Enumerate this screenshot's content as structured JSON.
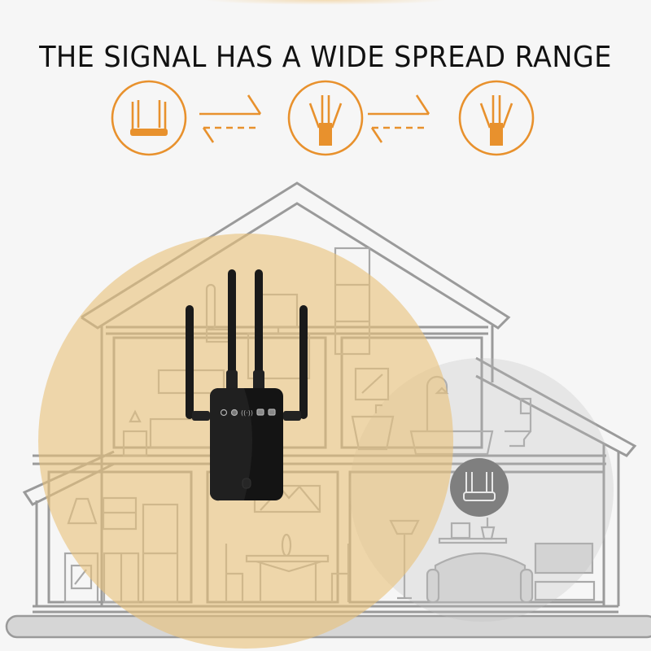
{
  "headline": "THE SIGNAL HAS A WIDE SPREAD RANGE",
  "colors": {
    "accent_orange": "#e8912d",
    "coverage_gold": "#e9c27a",
    "coverage_gray": "#cfcfcf",
    "house_line": "#9a9a9a",
    "device_black": "#151515",
    "background": "#f6f6f6"
  },
  "flow": {
    "steps": [
      {
        "icon": "router-icon",
        "label": "Router"
      },
      {
        "icon": "repeater-icon",
        "label": "Repeater"
      },
      {
        "icon": "repeater-icon",
        "label": "Repeater"
      }
    ],
    "connectors": [
      {
        "icon": "bidirectional-arrow-icon"
      },
      {
        "icon": "bidirectional-arrow-icon"
      }
    ]
  },
  "scene": {
    "device": {
      "name": "wifi-repeater",
      "antennas": 4,
      "indicator_leds": [
        "power",
        "wifi",
        "wps",
        "lan",
        "wan"
      ]
    },
    "rooms": [
      "study",
      "bedroom",
      "bathroom",
      "kitchen",
      "dining-room",
      "living-room"
    ],
    "remote_router_icon": "router-icon"
  }
}
